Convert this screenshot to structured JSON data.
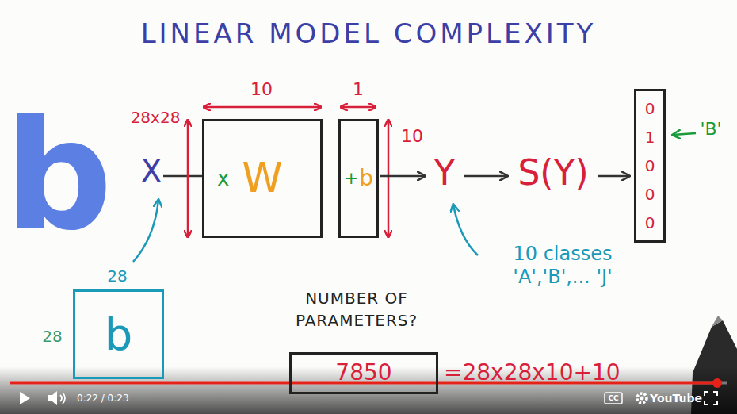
{
  "diagram": {
    "title": "LINEAR MODEL COMPLEXITY",
    "nodes": [
      {
        "text": [
          "x",
          "W"
        ]
      },
      {
        "text": [
          "+",
          "b"
        ]
      },
      {
        "text": [
          "0 1 0 0 0"
        ]
      },
      {
        "text": [
          "b"
        ]
      },
      {
        "text": [
          "7850"
        ]
      }
    ],
    "labels": [
      "b",
      "28x28",
      "X",
      "10",
      "1",
      "10",
      "Y",
      "S(Y)",
      "'B'",
      "10 classes 'A','B',... 'J'",
      "28",
      "28",
      "NUMBER OF PARAMETERS?",
      "=28x28x10+10",
      "0:22 / 0:23",
      "CC",
      "YouTube"
    ]
  }
}
